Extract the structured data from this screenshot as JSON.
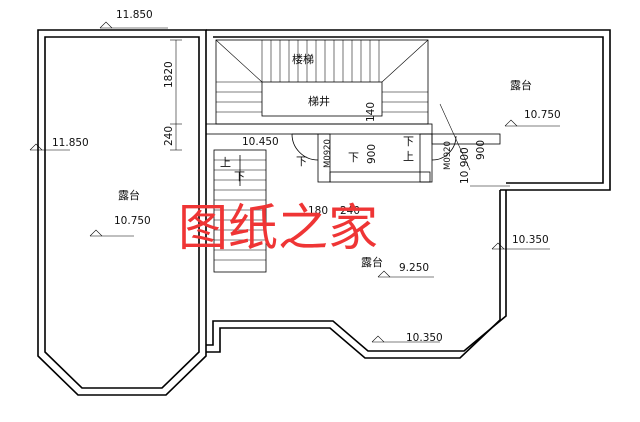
{
  "levels": {
    "top_left": "11.850",
    "left": "11.850",
    "upper_mid": "10.450",
    "upper_right": "10.750",
    "right": "10.350",
    "center": "9.250",
    "bottom": "10.350",
    "left_terrace": "10.750"
  },
  "rooms": {
    "stairs": "楼梯",
    "stair_well": "梯井",
    "terrace_left": "露台",
    "terrace_upper_right": "露台",
    "terrace_center": "露台"
  },
  "dimensions": {
    "d1820": "1820",
    "d240_left": "240",
    "d140": "140",
    "d900_a": "900",
    "d900_b": "900",
    "d180": "180",
    "d240_bottom": "240",
    "d10_900": "10 900"
  },
  "doors": {
    "door_a": "M0920",
    "door_b": "M0920"
  },
  "arrows": {
    "up_1": "上",
    "down_1": "下",
    "down_2": "下",
    "down_3": "下",
    "down_4": "下",
    "up_2": "上"
  },
  "watermark": "图纸之家"
}
